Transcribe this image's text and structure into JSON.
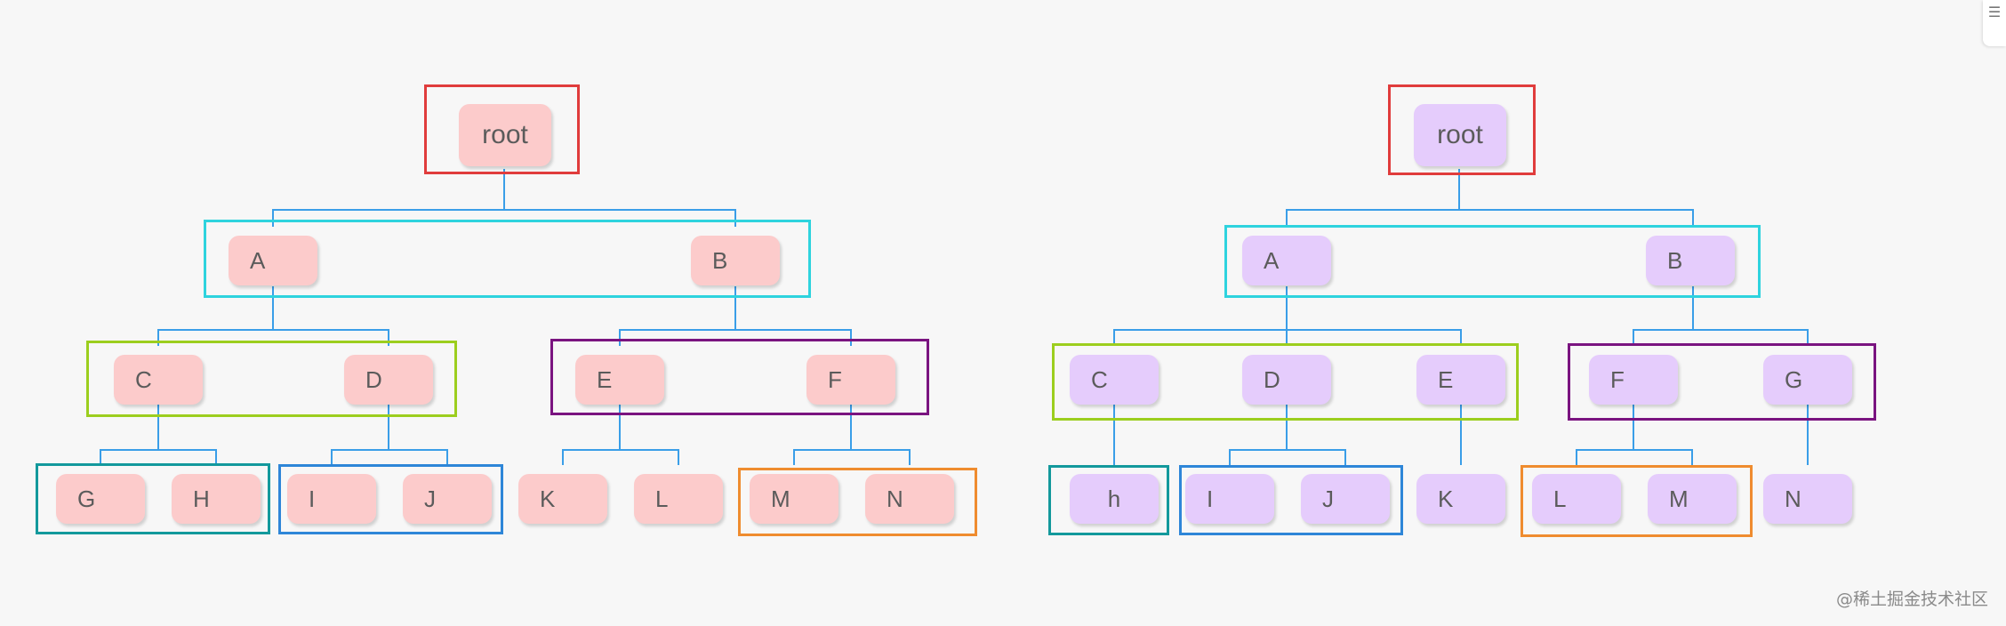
{
  "colors": {
    "pink_node": "#fccbcb",
    "purple_node": "#e5ccfc",
    "connector": "#3a9ee8",
    "group_red": "#e03c3c",
    "group_cyan": "#2ed3de",
    "group_green": "#9cce1e",
    "group_purple": "#7a1480",
    "group_teal": "#13999c",
    "group_blue": "#2e86d8",
    "group_orange": "#ef8c2f"
  },
  "left_tree": {
    "root": "root",
    "a": "A",
    "b": "B",
    "c": "C",
    "d": "D",
    "e": "E",
    "f": "F",
    "g": "G",
    "h": "H",
    "i": "I",
    "j": "J",
    "k": "K",
    "l": "L",
    "m": "M",
    "n": "N"
  },
  "right_tree": {
    "root": "root",
    "a": "A",
    "b": "B",
    "c": "C",
    "d": "D",
    "e": "E",
    "f": "F",
    "g": "G",
    "h": "h",
    "i": "I",
    "j": "J",
    "k": "K",
    "l": "L",
    "m": "M",
    "n": "N"
  },
  "menu_icon": "menu-icon",
  "watermark": "@稀土掘金技术社区"
}
